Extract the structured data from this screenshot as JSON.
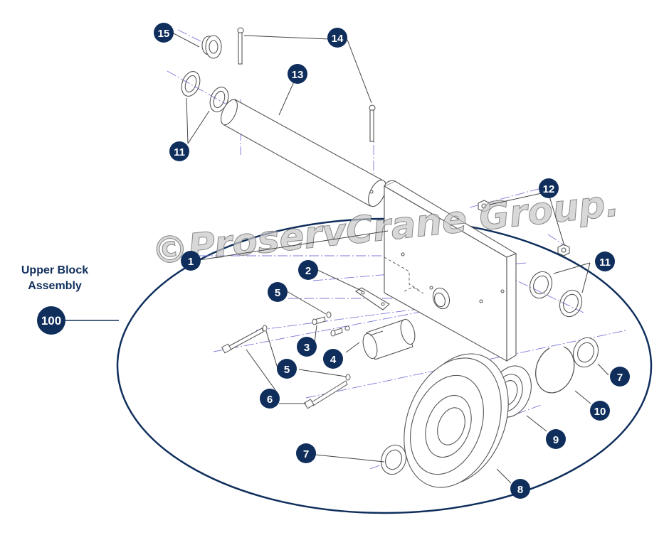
{
  "assembly": {
    "number": "100",
    "label_line1": "Upper Block",
    "label_line2": "Assembly"
  },
  "watermark": {
    "text": "©ProservCrane Group."
  },
  "callouts": {
    "c1": "1",
    "c2": "2",
    "c3": "3",
    "c4": "4",
    "c5a": "5",
    "c5b": "5",
    "c6": "6",
    "c7a": "7",
    "c7b": "7",
    "c8": "8",
    "c9": "9",
    "c10": "10",
    "c11a": "11",
    "c11b": "11",
    "c12": "12",
    "c13": "13",
    "c14": "14",
    "c15": "15"
  },
  "colors": {
    "callout_fill": "#0f2e5c",
    "ellipse_stroke": "#0f2e5c",
    "centerline": "#7b78d8",
    "part_stroke": "#555555",
    "watermark": "#c8c8c8"
  }
}
